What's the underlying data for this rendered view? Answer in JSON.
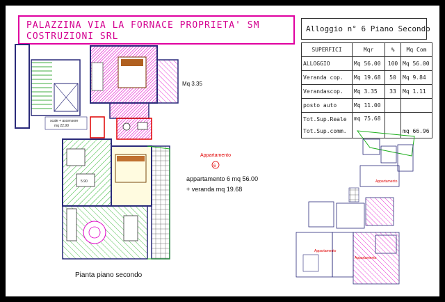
{
  "title": {
    "line1": "PALAZZINA VIA LA FORNACE  PROPRIETA' SM",
    "line2": "COSTRUZIONI SRL"
  },
  "info": {
    "text": "Alloggio n° 6 Piano Secondo"
  },
  "table": {
    "headers": [
      "SUPERFICI",
      "Mqr",
      "%",
      "Mq Com"
    ],
    "rows": [
      [
        "ALLOGGIO",
        "Mq  56.00",
        "100",
        "Mq  56.00"
      ],
      [
        "Veranda cop.",
        "Mq  19.68",
        "50",
        "Mq  9.84"
      ],
      [
        "Verandascop.",
        "Mq  3.35",
        "33",
        "Mq  1.11"
      ],
      [
        "posto auto",
        "Mq  11.00",
        "",
        ""
      ],
      [
        "Tot.Sup.Reale\nTot.Sup.comm.",
        "mq  75.68",
        "",
        "\nmq  66.96"
      ]
    ]
  },
  "plan": {
    "terrace_area": "Mq 3.35",
    "stair_note": "scale + ascensore",
    "stair_area": "mq 22.90",
    "apartment_label": "Appartamento",
    "apartment_number": "6",
    "apartment_area": "appartamento 6 mq 56.00",
    "veranda_area": "+ veranda mq    19.68",
    "caption": "Pianta piano secondo"
  },
  "keyplan": {
    "label_upper": "Appartamento",
    "label_lower_1": "Appartamento",
    "label_lower_2": "Appartamento"
  },
  "colors": {
    "title_magenta": "#d40090",
    "wall_blue": "#2a2a7a",
    "hatch_magenta": "#e000c8",
    "hatch_green": "#20b020",
    "stair_green": "#009000",
    "accent_red": "#e00000"
  }
}
